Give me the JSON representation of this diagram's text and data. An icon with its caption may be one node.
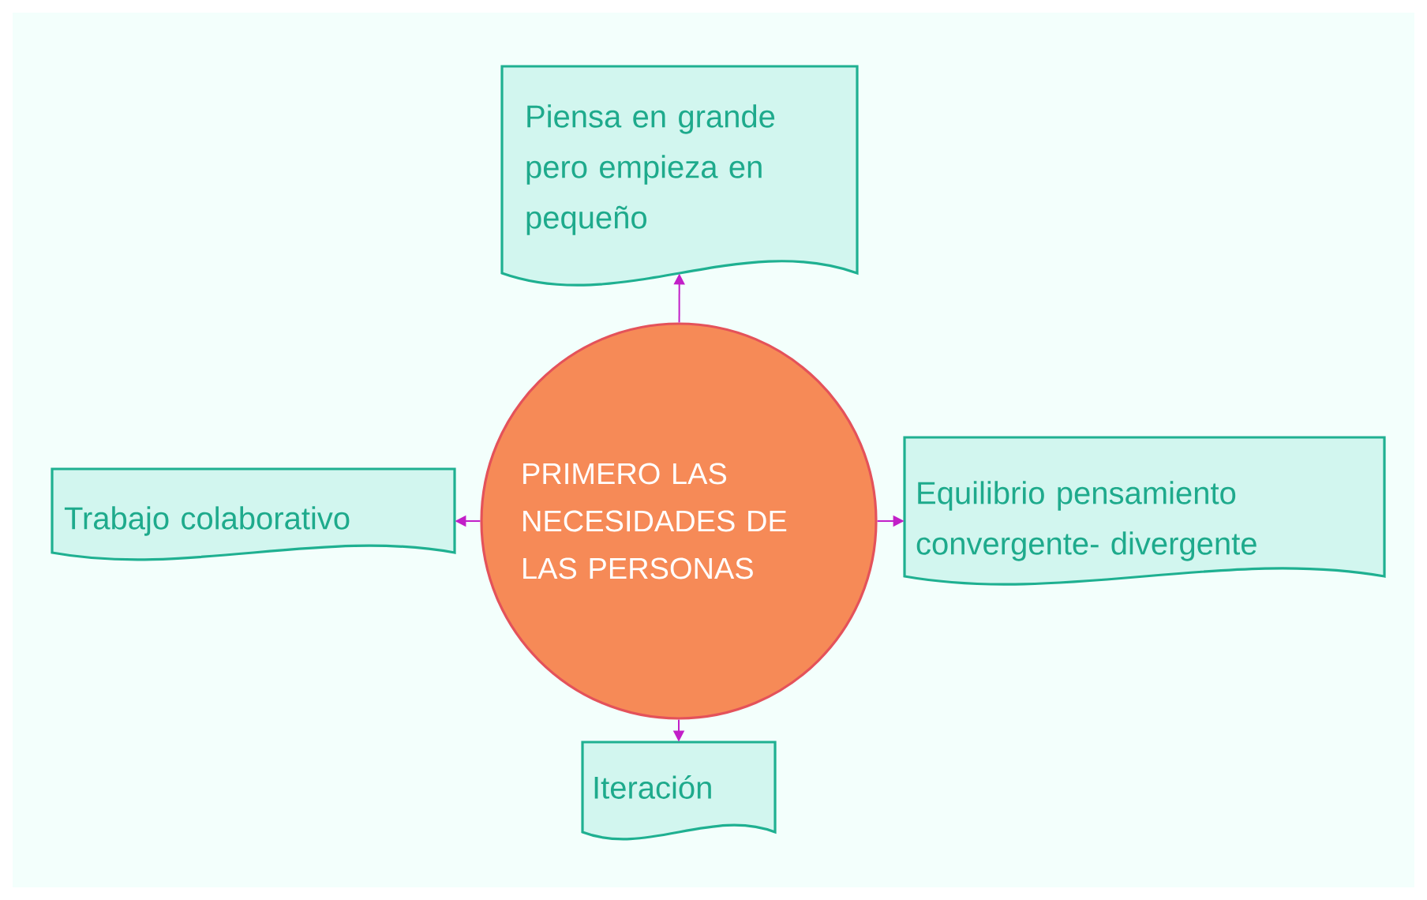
{
  "diagram": {
    "nodes": [
      {
        "text": [
          "Piensa en grande pero empieza en pequeño"
        ]
      },
      {
        "text": [
          "Trabajo colaborativo"
        ]
      },
      {
        "text": [
          "PRIMERO LAS NECESIDADES DE LAS PERSONAS"
        ]
      },
      {
        "text": [
          "Equilibrio pensamiento convergente- divergente"
        ]
      },
      {
        "text": [
          "Iteración"
        ]
      }
    ],
    "edges": [
      {
        "from": 2,
        "to": 0,
        "arrow": "to"
      },
      {
        "from": 2,
        "to": 1,
        "arrow": "to"
      },
      {
        "from": 2,
        "to": 3,
        "arrow": "to"
      },
      {
        "from": 2,
        "to": 4,
        "arrow": "to"
      }
    ]
  }
}
